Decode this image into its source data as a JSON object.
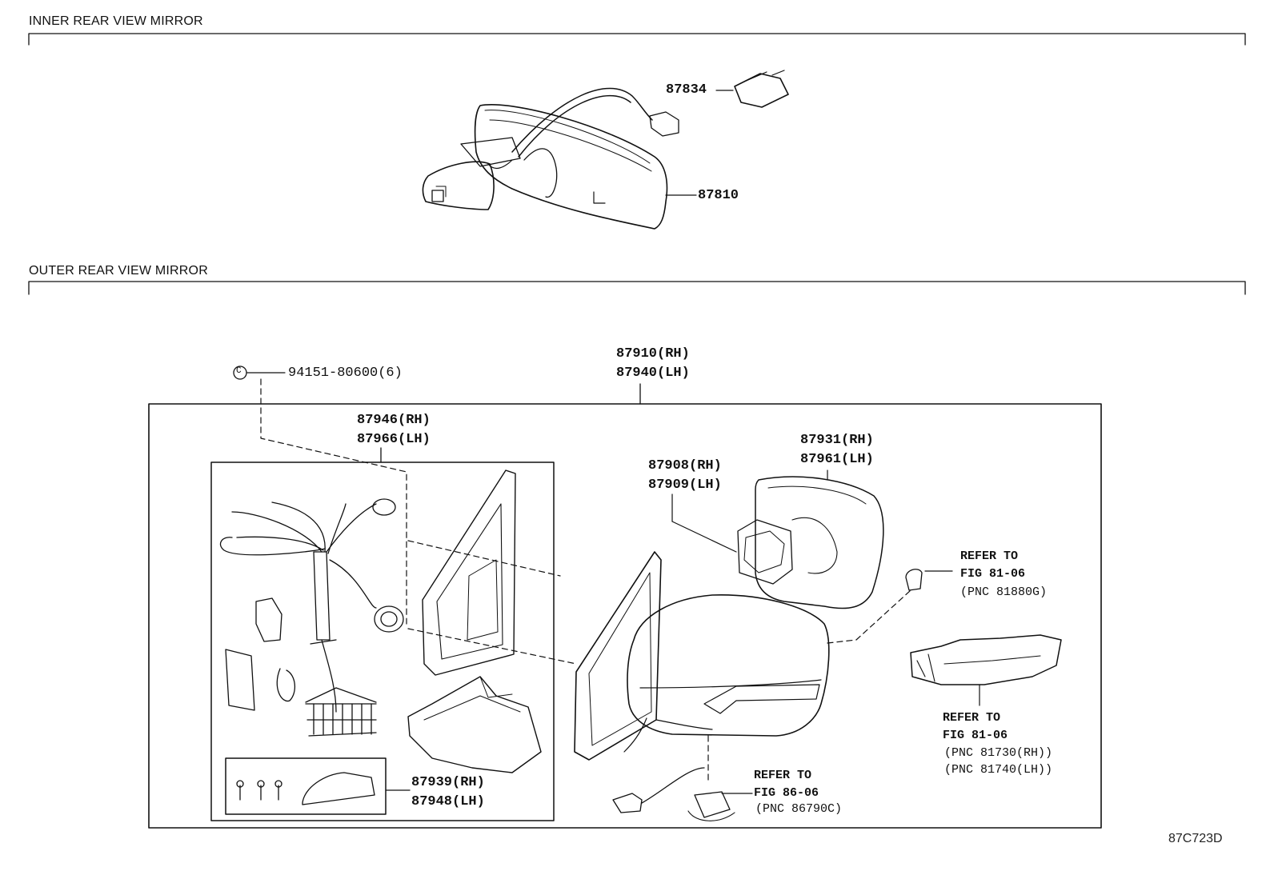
{
  "sections": {
    "inner_title": "INNER REAR VIEW MIRROR",
    "outer_title": "OUTER REAR VIEW MIRROR"
  },
  "labels": {
    "p87834": "87834",
    "p87810": "87810",
    "p94151": "94151-80600(6)",
    "p87910": "87910(RH)",
    "p87940": "87940(LH)",
    "p87946": "87946(RH)",
    "p87966": "87966(LH)",
    "p87931": "87931(RH)",
    "p87961": "87961(LH)",
    "p87908": "87908(RH)",
    "p87909": "87909(LH)",
    "p87939": "87939(RH)",
    "p87948": "87948(LH)"
  },
  "references": {
    "bulb": {
      "line1": "REFER TO",
      "line2": "FIG 81-06",
      "line3": "(PNC 81880G)"
    },
    "signal": {
      "line1": "REFER TO",
      "line2": "FIG 81-06",
      "line3": "(PNC 81730(RH))",
      "line4": "(PNC 81740(LH))"
    },
    "lamp": {
      "line1": "REFER TO",
      "line2": "FIG 86-06",
      "line3": "(PNC 86790C)"
    }
  },
  "diagram_code": "87C723D",
  "clip_symbol": "C"
}
